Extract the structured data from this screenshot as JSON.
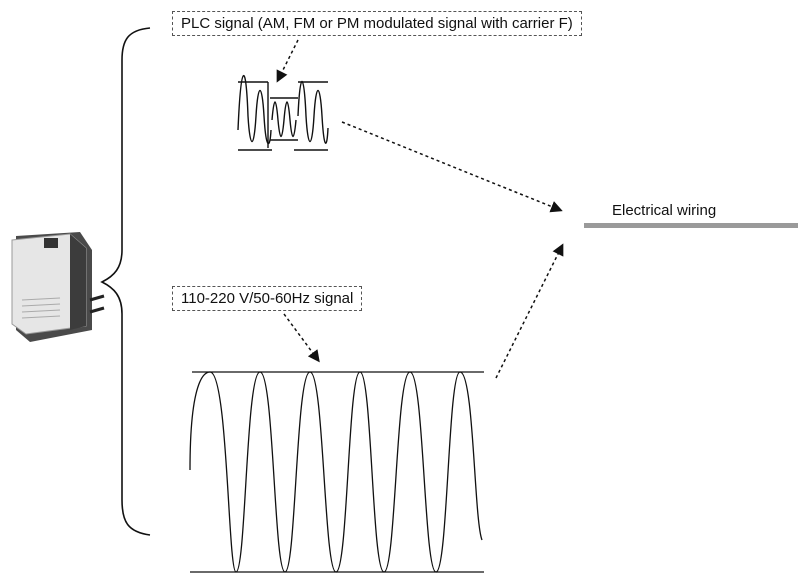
{
  "plc_label": "PLC signal (AM, FM or PM modulated signal with carrier F)",
  "mains_label": "110-220 V/50-60Hz signal",
  "wiring_label": "Electrical wiring",
  "device_icon": "plc-adapter-device",
  "colors": {
    "line": "#111111",
    "wiring": "#9a9a9a",
    "device_body": "#e6e6e6",
    "device_side": "#4a4a4a"
  }
}
